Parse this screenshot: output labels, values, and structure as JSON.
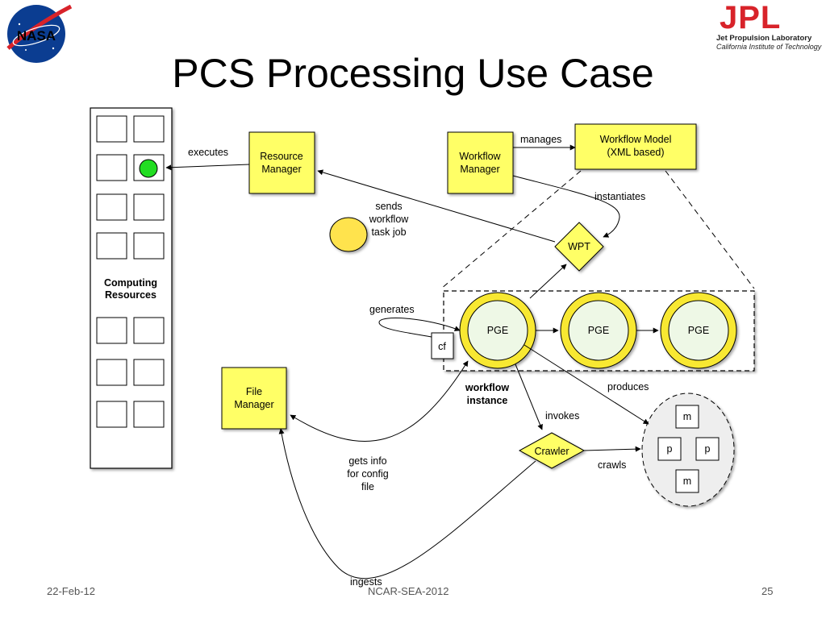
{
  "slide": {
    "title": "PCS Processing Use Case",
    "footer_date": "22-Feb-12",
    "footer_center": "NCAR-SEA-2012",
    "page_number": "25"
  },
  "logos": {
    "nasa": "NASA",
    "jpl_mark": "JPL",
    "jpl_line1": "Jet Propulsion Laboratory",
    "jpl_line2": "California Institute of Technology"
  },
  "colors": {
    "box_fill": "#ffff66",
    "pge_ring": "#f8e830",
    "pge_inner": "#eef8e6",
    "job_token": "#ffe34d",
    "active_slot": "#22dd22",
    "nasa_blue": "#0b3d91",
    "jpl_red": "#d8232a"
  },
  "diagram": {
    "nodes": {
      "computing_resources": "Computing\nResources",
      "resource_manager": "Resource\nManager",
      "workflow_manager": "Workflow\nManager",
      "workflow_model": "Workflow Model\n(XML based)",
      "wpt": "WPT",
      "pge_1": "PGE",
      "pge_2": "PGE",
      "pge_3": "PGE",
      "cf": "cf",
      "file_manager": "File\nManager",
      "crawler": "Crawler",
      "workflow_instance": "workflow\ninstance",
      "product_m_top": "m",
      "product_p_left": "p",
      "product_p_right": "p",
      "product_m_bottom": "m"
    },
    "edges": {
      "executes": "executes",
      "manages": "manages",
      "instantiates": "instantiates",
      "sends_job": "sends\nworkflow\ntask job",
      "generates": "generates",
      "produces": "produces",
      "invokes": "invokes",
      "crawls": "crawls",
      "gets_info": "gets info\nfor config\nfile",
      "ingests": "ingests"
    }
  }
}
